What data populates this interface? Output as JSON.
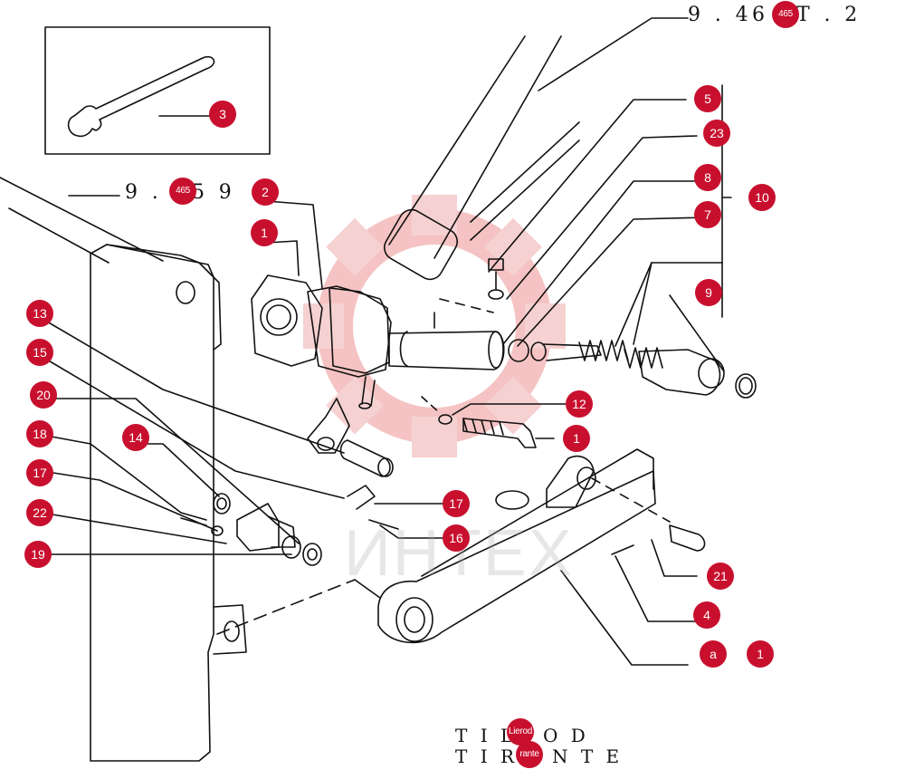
{
  "references": {
    "top_right": "9 . 46",
    "top_right_suffix": "T . 2",
    "left": "9 .",
    "left_suffix": "5 9"
  },
  "caption": {
    "line1_left": "T I L",
    "line1_right": "O D",
    "line2_left": "T I R",
    "line2_right": "N T E"
  },
  "callouts": [
    {
      "label": "3"
    },
    {
      "label": "2"
    },
    {
      "label": "1"
    },
    {
      "label": "13"
    },
    {
      "label": "15"
    },
    {
      "label": "20"
    },
    {
      "label": "18"
    },
    {
      "label": "17"
    },
    {
      "label": "22"
    },
    {
      "label": "19"
    },
    {
      "label": "14"
    },
    {
      "label": "5"
    },
    {
      "label": "23"
    },
    {
      "label": "8"
    },
    {
      "label": "10"
    },
    {
      "label": "7"
    },
    {
      "label": "9"
    },
    {
      "label": "12"
    },
    {
      "label": "1"
    },
    {
      "label": "17"
    },
    {
      "label": "16"
    },
    {
      "label": "21"
    },
    {
      "label": "4"
    },
    {
      "label": "a"
    },
    {
      "label": "1"
    },
    {
      "label": "465"
    },
    {
      "label": "465"
    },
    {
      "label": "Lierod"
    },
    {
      "label": "rante"
    }
  ],
  "watermark": "ИНТЕХ",
  "colors": {
    "callout": "#c8102e",
    "stamp": "#f2b7b7",
    "line": "#111111"
  }
}
